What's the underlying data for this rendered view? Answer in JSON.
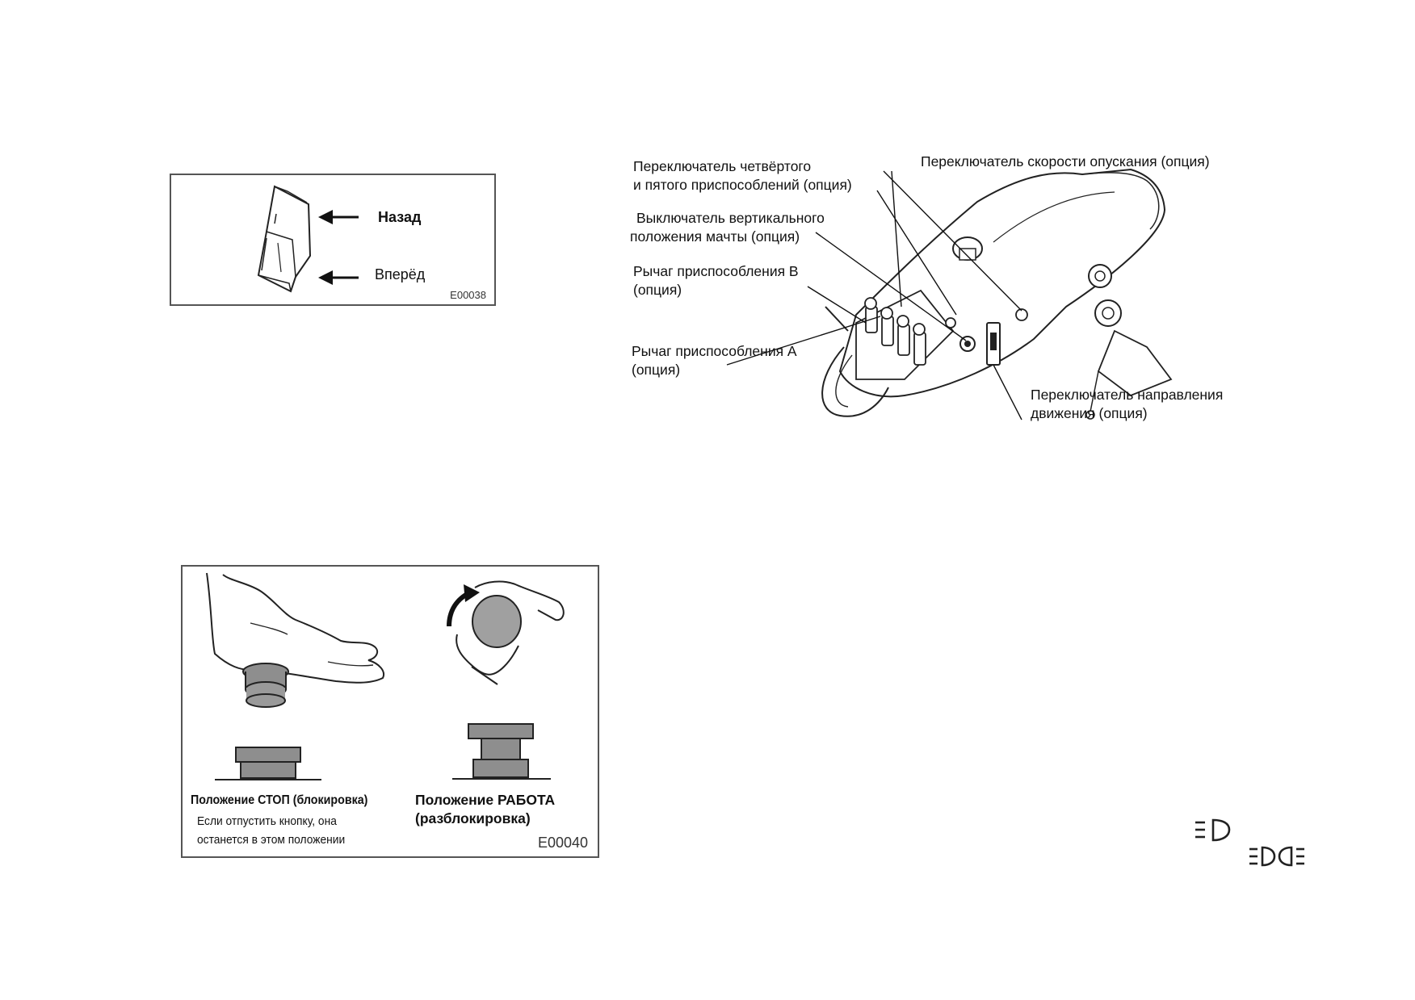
{
  "figure_e00038": {
    "back_label": "Назад",
    "forward_label": "Вперёд",
    "code": "E00038"
  },
  "figure_console": {
    "label_fourth_fifth_line1": "Переключатель четвёртого",
    "label_fourth_fifth_line2": "и пятого приспособлений (опция)",
    "label_lowering_speed": "Переключатель скорости опускания (опция)",
    "label_mast_line1": "Выключатель вертикального",
    "label_mast_line2": "положения мачты (опция)",
    "label_lever_b_line1": "Рычаг приспособления В",
    "label_lever_b_line2": "(опция)",
    "label_lever_a_line1": "Рычаг приспособления А",
    "label_lever_a_line2": "(опция)",
    "label_direction_line1": "Переключатель направления",
    "label_direction_line2": "движения (опция)"
  },
  "figure_e00040": {
    "stop_title": "Положение СТОП (блокировка)",
    "stop_note_line1": "Если отпустить кнопку, она",
    "stop_note_line2": "останется в этом положении",
    "run_title_line1": "Положение РАБОТА",
    "run_title_line2": "(разблокировка)",
    "code": "E00040"
  },
  "icons": [
    "headlight-icon",
    "position-light-icon"
  ]
}
